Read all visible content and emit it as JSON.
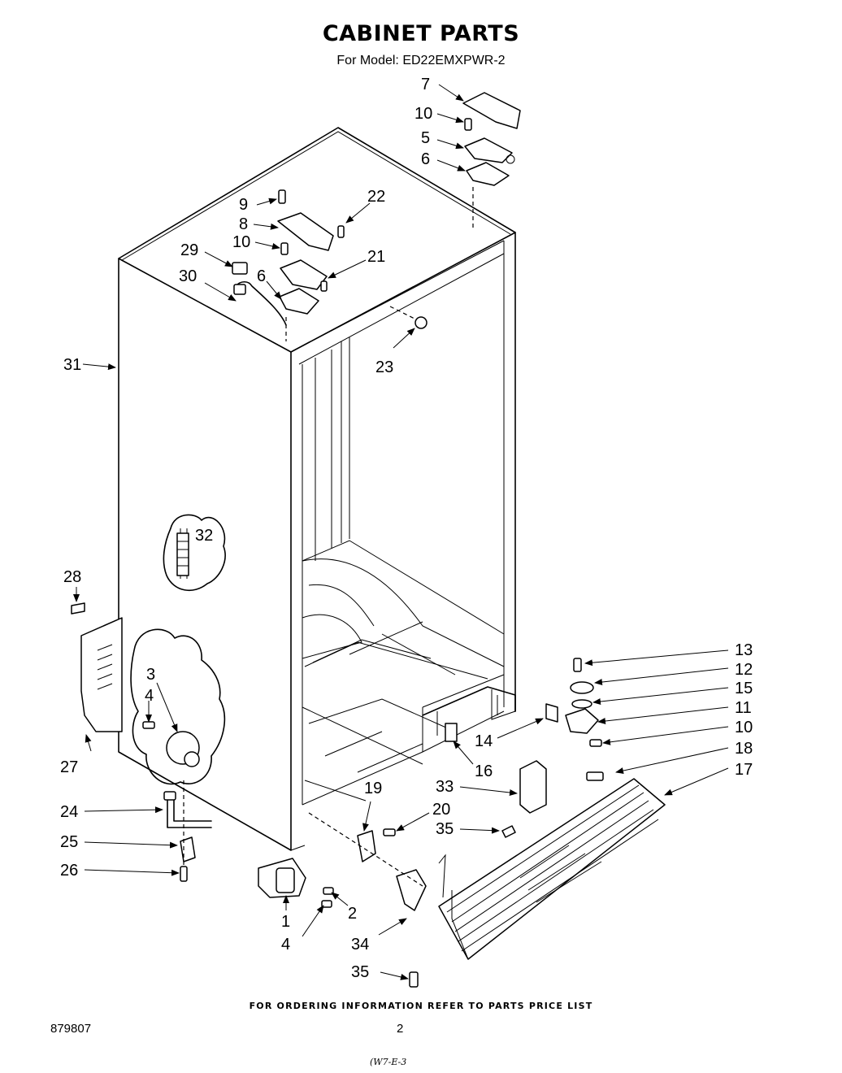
{
  "header": {
    "title": "CABINET PARTS",
    "subtitle": "For Model: ED22EMXPWR-2"
  },
  "callouts": [
    {
      "id": "7",
      "label": "7"
    },
    {
      "id": "10a",
      "label": "10"
    },
    {
      "id": "5",
      "label": "5"
    },
    {
      "id": "6a",
      "label": "6"
    },
    {
      "id": "9",
      "label": "9"
    },
    {
      "id": "22",
      "label": "22"
    },
    {
      "id": "8",
      "label": "8"
    },
    {
      "id": "10b",
      "label": "10"
    },
    {
      "id": "29",
      "label": "29"
    },
    {
      "id": "21",
      "label": "21"
    },
    {
      "id": "30",
      "label": "30"
    },
    {
      "id": "6b",
      "label": "6"
    },
    {
      "id": "23",
      "label": "23"
    },
    {
      "id": "31",
      "label": "31"
    },
    {
      "id": "32",
      "label": "32"
    },
    {
      "id": "28",
      "label": "28"
    },
    {
      "id": "3",
      "label": "3"
    },
    {
      "id": "4a",
      "label": "4"
    },
    {
      "id": "27",
      "label": "27"
    },
    {
      "id": "13",
      "label": "13"
    },
    {
      "id": "12",
      "label": "12"
    },
    {
      "id": "15",
      "label": "15"
    },
    {
      "id": "11",
      "label": "11"
    },
    {
      "id": "10c",
      "label": "10"
    },
    {
      "id": "14",
      "label": "14"
    },
    {
      "id": "18",
      "label": "18"
    },
    {
      "id": "16",
      "label": "16"
    },
    {
      "id": "17",
      "label": "17"
    },
    {
      "id": "19",
      "label": "19"
    },
    {
      "id": "33",
      "label": "33"
    },
    {
      "id": "20",
      "label": "20"
    },
    {
      "id": "35a",
      "label": "35"
    },
    {
      "id": "24",
      "label": "24"
    },
    {
      "id": "25",
      "label": "25"
    },
    {
      "id": "26",
      "label": "26"
    },
    {
      "id": "2",
      "label": "2"
    },
    {
      "id": "1",
      "label": "1"
    },
    {
      "id": "4b",
      "label": "4"
    },
    {
      "id": "34",
      "label": "34"
    },
    {
      "id": "35b",
      "label": "35"
    }
  ],
  "footer": {
    "note": "FOR ORDERING INFORMATION REFER TO PARTS PRICE LIST",
    "doc_number": "879807",
    "page_number": "2",
    "handwritten": "(W7-E-3"
  }
}
